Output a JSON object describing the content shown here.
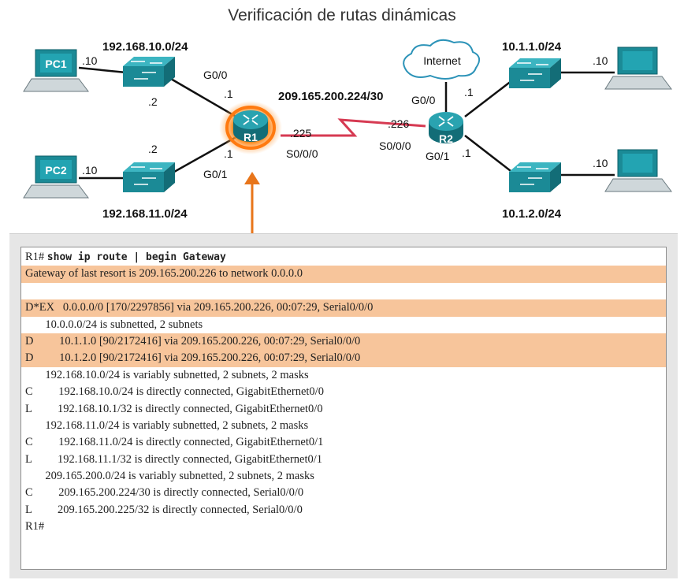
{
  "title": "Verificación de rutas dinámicas",
  "topology": {
    "devices": {
      "pc1": "PC1",
      "pc2": "PC2",
      "r1": "R1",
      "r2": "R2",
      "cloud": "Internet"
    },
    "networks": {
      "lan1": "192.168.10.0/24",
      "lan2": "192.168.11.0/24",
      "wan": "209.165.200.224/30",
      "rlan1": "10.1.1.0/24",
      "rlan2": "10.1.2.0/24"
    },
    "interfaces": {
      "pc1_host": ".10",
      "pc2_host": ".10",
      "sw1_mgmt": ".2",
      "sw2_mgmt": ".2",
      "r1_g00": "G0/0",
      "r1_g00_ip": ".1",
      "r1_g01": "G0/1",
      "r1_g01_ip": ".1",
      "r1_s000": "S0/0/0",
      "r1_s000_ip": ".225",
      "r2_g00": "G0/0",
      "r2_s000": "S0/0/0",
      "r2_s000_ip": ".226",
      "r2_g01": "G0/1",
      "r2_g01_ip": ".1",
      "r2_g00_ip": ".1",
      "rpc1_host": ".10",
      "rpc2_host": ".10"
    }
  },
  "colors": {
    "device_teal": "#1b8a96",
    "highlight_orange": "#f7c59b",
    "arrow_orange": "#e8751a",
    "serial_red": "#d63a52"
  },
  "terminal": {
    "prompt": "R1#",
    "command": "show ip route | begin Gateway",
    "lines": [
      "Gateway of last resort is 209.165.200.226 to network 0.0.0.0",
      "",
      "D*EX   0.0.0.0/0 [170/2297856] via 209.165.200.226, 00:07:29, Serial0/0/0",
      "       10.0.0.0/24 is subnetted, 2 subnets",
      "D         10.1.1.0 [90/2172416] via 209.165.200.226, 00:07:29, Serial0/0/0",
      "D         10.1.2.0 [90/2172416] via 209.165.200.226, 00:07:29, Serial0/0/0",
      "       192.168.10.0/24 is variably subnetted, 2 subnets, 2 masks",
      "C         192.168.10.0/24 is directly connected, GigabitEthernet0/0",
      "L         192.168.10.1/32 is directly connected, GigabitEthernet0/0",
      "       192.168.11.0/24 is variably subnetted, 2 subnets, 2 masks",
      "C         192.168.11.0/24 is directly connected, GigabitEthernet0/1",
      "L         192.168.11.1/32 is directly connected, GigabitEthernet0/1",
      "       209.165.200.0/24 is variably subnetted, 2 subnets, 2 masks",
      "C         209.165.200.224/30 is directly connected, Serial0/0/0",
      "L         209.165.200.225/32 is directly connected, Serial0/0/0",
      "R1#"
    ],
    "highlighted_lines": [
      0,
      2,
      4,
      5
    ]
  }
}
